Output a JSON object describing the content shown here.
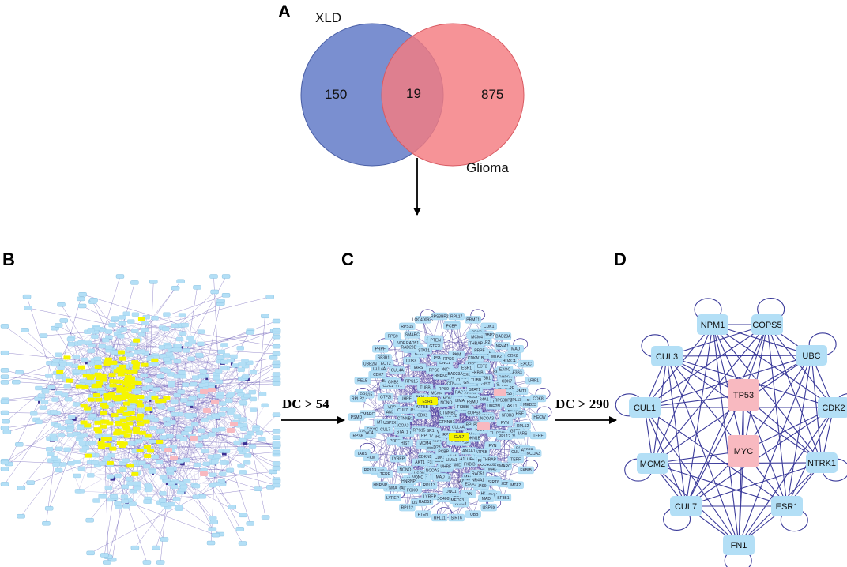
{
  "panels": {
    "a": "A",
    "b": "B",
    "c": "C",
    "d": "D"
  },
  "venn": {
    "left_set": "XLD",
    "right_set": "Glioma",
    "left_only": "150",
    "overlap": "19",
    "right_only": "875",
    "left_color": "#6f86cc",
    "right_color": "#f47b80"
  },
  "arrows": {
    "first_label": "DC > 54",
    "second_label": "DC > 290"
  },
  "network_c": {
    "labels": [
      "LRIF1",
      "CDK8",
      "RAD23B",
      "VDR",
      "DNC1",
      "ANXA1",
      "FOXO",
      "HDAC4",
      "THRAP",
      "FYN",
      "GTF2I",
      "NR4A1",
      "MED23",
      "STAT1",
      "SMARC",
      "COPS5",
      "AKT1",
      "GNB2",
      "HIST",
      "PSMA",
      "ESR1",
      "CUL4A",
      "SF3B3",
      "UHRF",
      "ECT2",
      "CDKN1B",
      "CTNNB1",
      "PCBP",
      "LIMA1",
      "NONO",
      "RAD51",
      "CUL7",
      "PKM",
      "ATP5B",
      "CDK7",
      "MCM4",
      "HECW",
      "TERF",
      "NCOA3",
      "FKBIB",
      "MTA2",
      "SF3B1",
      "USP9X",
      "TUBB",
      "SIRT6",
      "RPL11",
      "PTEN",
      "RPL12",
      "LYREP",
      "HNRNP",
      "RPL13",
      "IARS",
      "RPS6",
      "PSMD",
      "RPLP2",
      "RELB",
      "UBE2N",
      "PRPF",
      "RPS9",
      "RPS15",
      "LOC400927",
      "RPS3BP2",
      "RPL17",
      "PRMT1",
      "CDK1",
      "BAD23A",
      "MAD",
      "EXOC"
    ],
    "special": [
      {
        "label": "ESR1",
        "color": "#f5f500"
      },
      {
        "label": "CUL7",
        "color": "#f5f500"
      }
    ]
  },
  "network_d": {
    "hub_nodes": [
      "TP53",
      "MYC"
    ],
    "ring_nodes": [
      "NPM1",
      "COPS5",
      "UBC",
      "CDK2",
      "NTRK1",
      "ESR1",
      "FN1",
      "CUL7",
      "MCM2",
      "CUL1",
      "CUL3"
    ],
    "node_color": "#b3dff6",
    "hub_color": "#f8b9c0",
    "edge_color": "#3a3a9a"
  },
  "colors": {
    "node": "#b3dff6",
    "highlight_yellow": "#f5f500",
    "highlight_pink": "#f8b9c0",
    "edge": "#5a4aa8"
  }
}
